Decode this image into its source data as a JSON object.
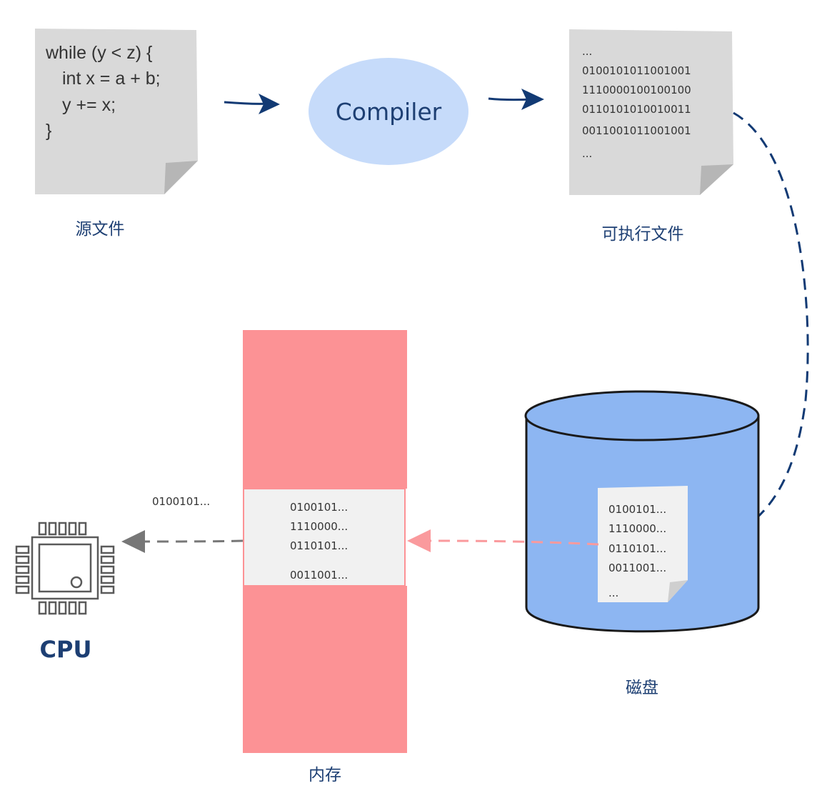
{
  "source_file": {
    "code_lines": [
      "while (y < z) {",
      "int x = a + b;",
      "y += x;",
      "}"
    ],
    "caption": "源文件"
  },
  "compiler": {
    "label": "Compiler"
  },
  "executable": {
    "lines": [
      "...",
      "0100101011001001",
      "1110000100100100",
      "0110101010010011",
      "0011001011001001",
      "..."
    ],
    "caption": "可执行文件"
  },
  "disk": {
    "file_lines": [
      "0100101...",
      "1110000...",
      "0110101...",
      "0011001...",
      "..."
    ],
    "caption": "磁盘"
  },
  "memory": {
    "lines": [
      "0100101...",
      "1110000...",
      "0110101...",
      "0011001..."
    ],
    "caption": "内存"
  },
  "cpu": {
    "label": "CPU",
    "transfer_label": "0100101..."
  },
  "colors": {
    "navy": "#123a74",
    "paper": "#d9d9d9",
    "paper_fold": "#b6b6b6",
    "compiler_fill": "#c6dbfa",
    "disk_fill": "#8db6f2",
    "memory_fill": "#fc9295",
    "memory_block": "#f1f1f1",
    "pink_arrow": "#fa9a9d",
    "gray_arrow": "#777777"
  }
}
